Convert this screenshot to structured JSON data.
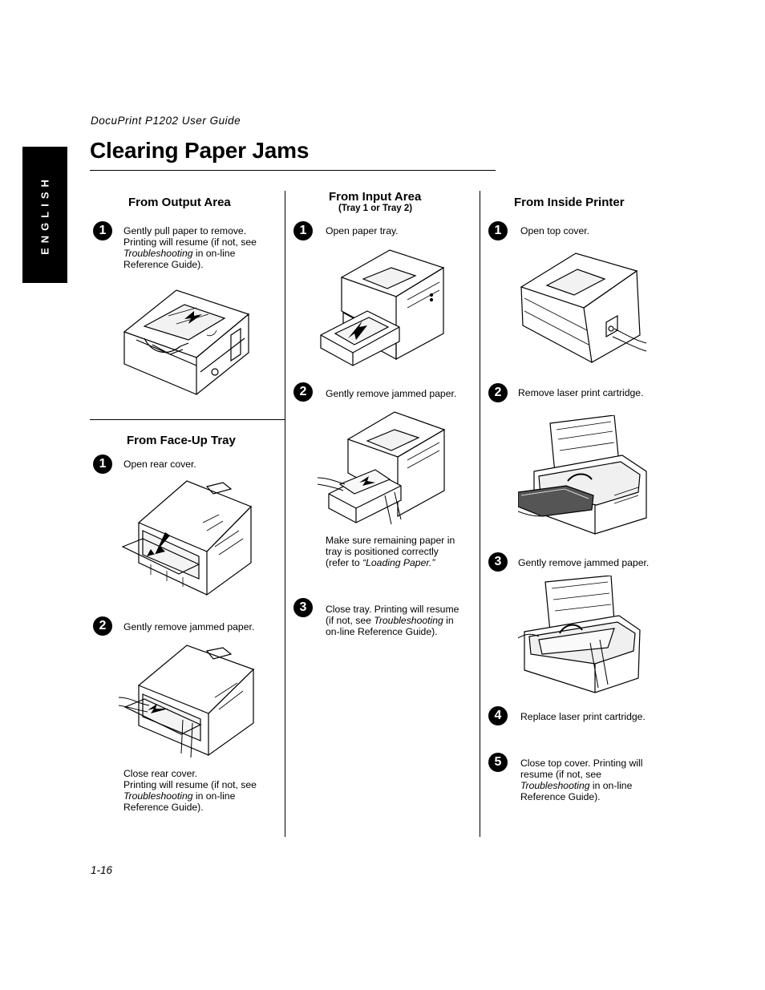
{
  "header": {
    "guide_title": "DocuPrint P1202 User Guide",
    "page_title": "Clearing Paper Jams",
    "language_tab": "ENGLISH"
  },
  "columns": {
    "output_area": {
      "title": "From Output Area",
      "steps": [
        {
          "num": "1",
          "lines": [
            "Gently pull paper to remove.",
            "Printing will resume (if not, see",
            {
              "italic": "Troubleshooting",
              "rest": " in on-line"
            },
            "Reference Guide)."
          ]
        }
      ]
    },
    "face_up_tray": {
      "title": "From Face-Up Tray",
      "steps": [
        {
          "num": "1",
          "lines": [
            "Open rear cover."
          ]
        },
        {
          "num": "2",
          "lines": [
            "Gently remove jammed paper."
          ]
        }
      ],
      "closing": [
        "Close rear cover.",
        "Printing will resume (if not, see",
        {
          "italic": "Troubleshooting",
          "rest": " in on-line"
        },
        "Reference Guide)."
      ]
    },
    "input_area": {
      "title": "From Input Area",
      "subtitle": "(Tray 1 or Tray 2)",
      "steps": [
        {
          "num": "1",
          "lines": [
            "Open paper tray."
          ]
        },
        {
          "num": "2",
          "lines": [
            "Gently remove jammed paper."
          ]
        },
        {
          "num": "3",
          "lines": [
            "Close tray. Printing will resume",
            {
              "pre": "(if not, see ",
              "italic": "Troubleshooting",
              "rest": " in"
            },
            "on-line Reference Guide)."
          ]
        }
      ],
      "note": [
        "Make sure remaining paper in",
        "tray is positioned correctly",
        {
          "pre": "(refer to ",
          "italic": "“Loading Paper.”",
          "rest": ""
        }
      ]
    },
    "inside_printer": {
      "title": "From Inside Printer",
      "steps": [
        {
          "num": "1",
          "lines": [
            "Open top cover."
          ]
        },
        {
          "num": "2",
          "lines": [
            "Remove laser print cartridge."
          ]
        },
        {
          "num": "3",
          "lines": [
            "Gently remove jammed paper."
          ]
        },
        {
          "num": "4",
          "lines": [
            "Replace laser print cartridge."
          ]
        },
        {
          "num": "5",
          "lines": [
            "Close top cover. Printing will",
            "resume (if not, see",
            {
              "italic": "Troubleshooting",
              "rest": " in on-line"
            },
            "Reference Guide)."
          ]
        }
      ]
    }
  },
  "footer": {
    "page_number": "1-16"
  }
}
